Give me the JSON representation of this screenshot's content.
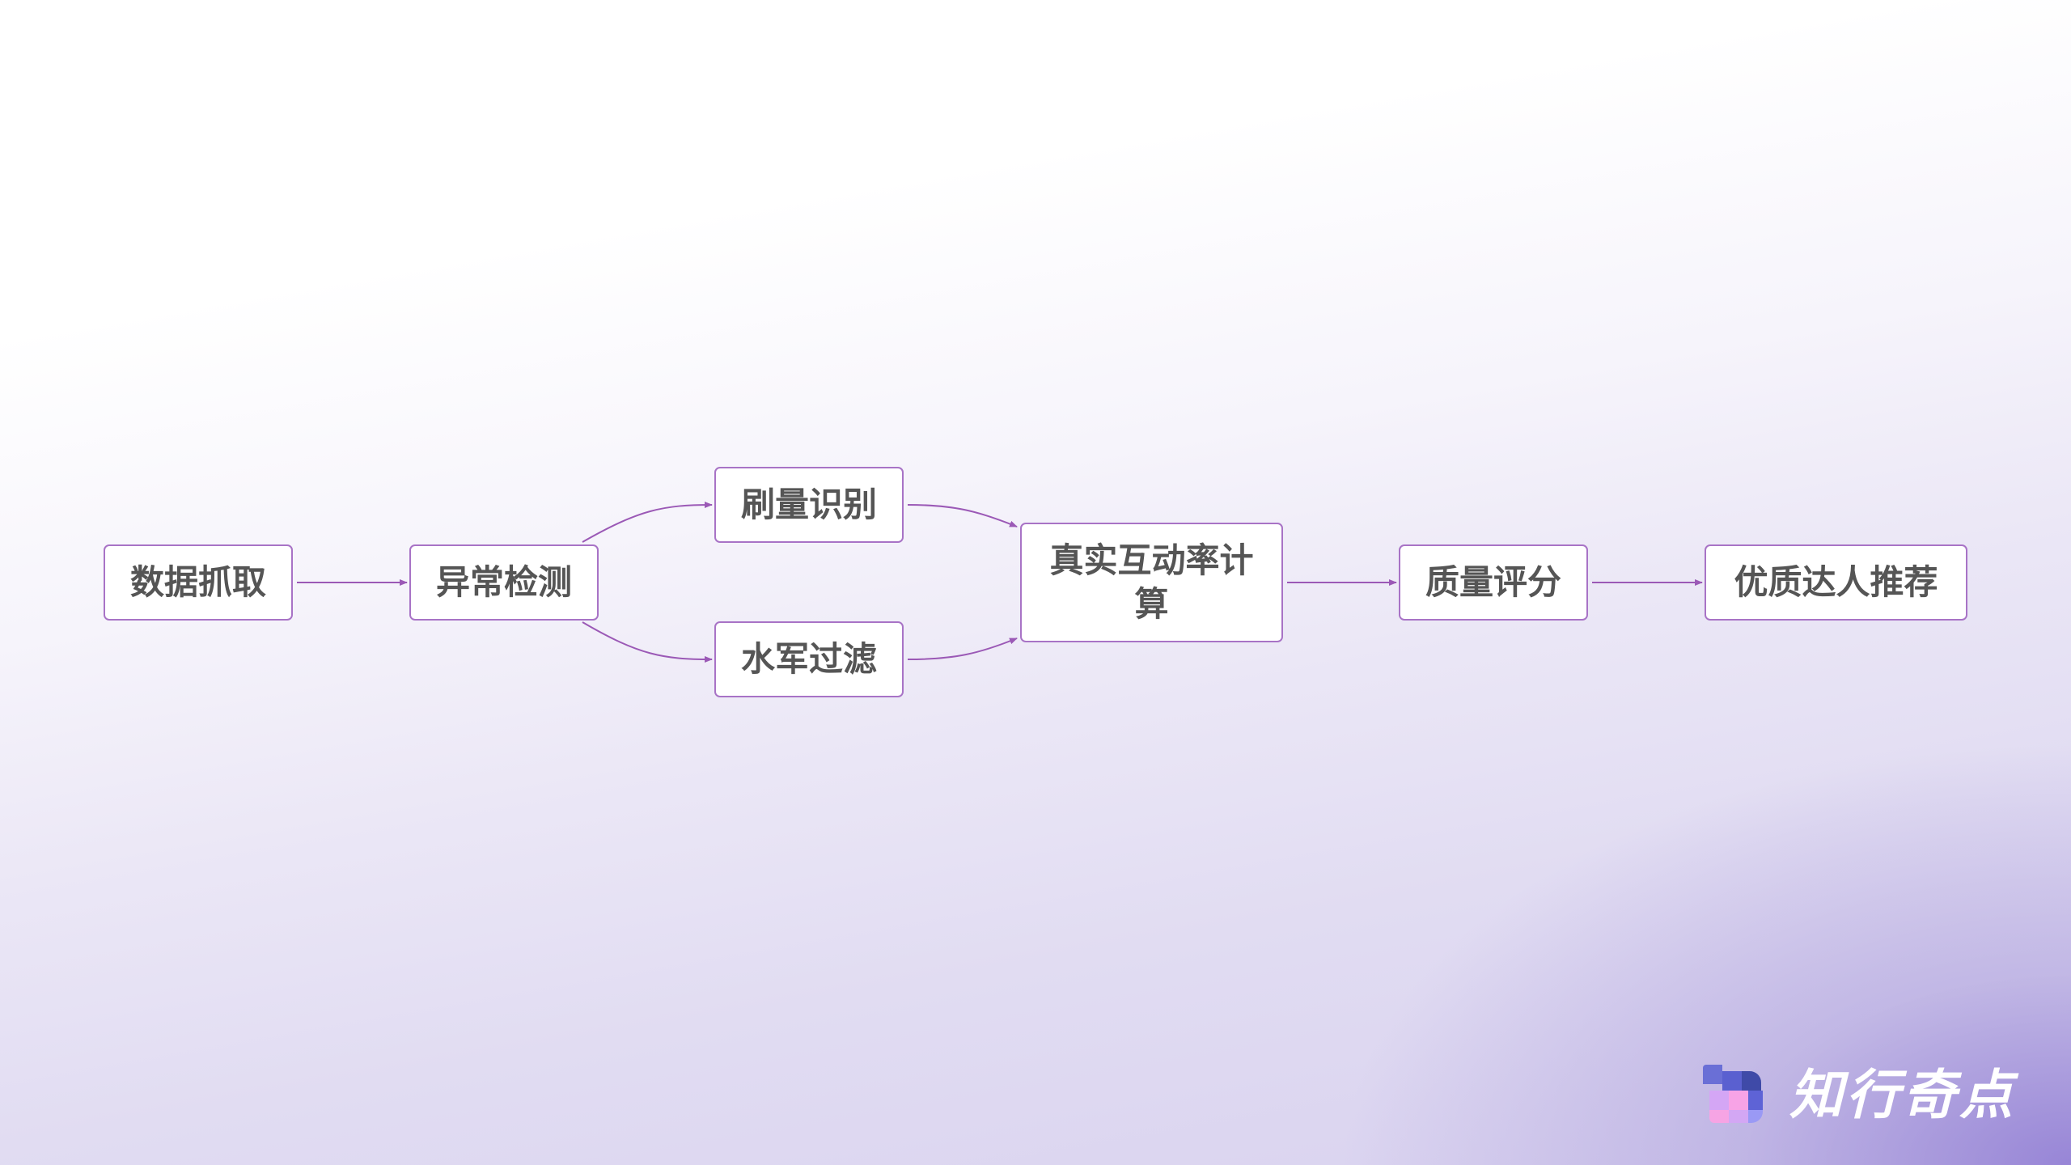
{
  "diagram": {
    "type": "flowchart",
    "direction": "left-to-right",
    "nodes": [
      {
        "id": "n1",
        "label": "数据抓取"
      },
      {
        "id": "n2",
        "label": "异常检测"
      },
      {
        "id": "n3",
        "label": "刷量识别"
      },
      {
        "id": "n4",
        "label": "水军过滤"
      },
      {
        "id": "n5",
        "label": "真实互动率计算"
      },
      {
        "id": "n6",
        "label": "质量评分"
      },
      {
        "id": "n7",
        "label": "优质达人推荐"
      }
    ],
    "edges": [
      {
        "from": "n1",
        "to": "n2"
      },
      {
        "from": "n2",
        "to": "n3"
      },
      {
        "from": "n2",
        "to": "n4"
      },
      {
        "from": "n3",
        "to": "n5"
      },
      {
        "from": "n4",
        "to": "n5"
      },
      {
        "from": "n5",
        "to": "n6"
      },
      {
        "from": "n6",
        "to": "n7"
      }
    ],
    "colors": {
      "edge": "#9b59b6",
      "node_border": "#a873c6",
      "node_fill": "#ffffff",
      "text": "#555555"
    }
  },
  "logo": {
    "text": "知行奇点",
    "icon": "pixel-grid-logo-icon"
  }
}
